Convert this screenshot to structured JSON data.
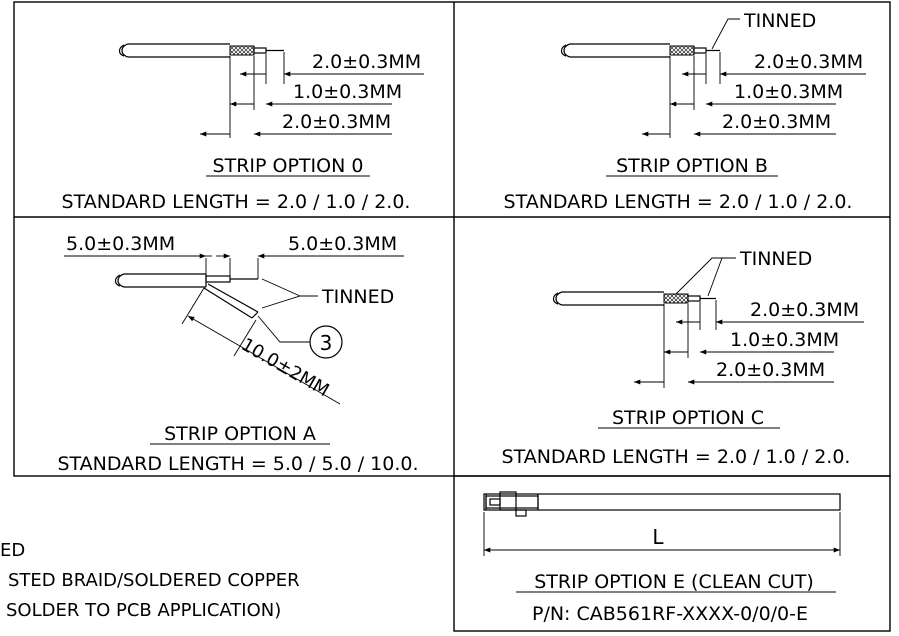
{
  "panels": {
    "option0": {
      "dims": [
        "2.0±0.3MM",
        "1.0±0.3MM",
        "2.0±0.3MM"
      ],
      "title": "STRIP OPTION 0",
      "standard": "STANDARD LENGTH = 2.0 / 1.0 / 2.0."
    },
    "optionB": {
      "tinned": "TINNED",
      "dims": [
        "2.0±0.3MM",
        "1.0±0.3MM",
        "2.0±0.3MM"
      ],
      "title": "STRIP OPTION B",
      "standard": "STANDARD LENGTH = 2.0 / 1.0 / 2.0."
    },
    "optionA": {
      "dim_left": "5.0±0.3MM",
      "dim_right": "5.0±0.3MM",
      "tinned": "TINNED",
      "balloon": "3",
      "diag_dim": "10.0±2MM",
      "title": "STRIP OPTION A",
      "standard": "STANDARD LENGTH = 5.0 / 5.0 / 10.0."
    },
    "optionC": {
      "tinned": "TINNED",
      "dims": [
        "2.0±0.3MM",
        "1.0±0.3MM",
        "2.0±0.3MM"
      ],
      "title": "STRIP OPTION C",
      "standard": "STANDARD LENGTH = 2.0 / 1.0 / 2.0."
    },
    "optionE": {
      "length": "L",
      "title": "STRIP OPTION E (CLEAN CUT)",
      "pn": "P/N: CAB561RF-XXXX-0/0/0-E"
    }
  },
  "notes": [
    "ED",
    "STED BRAID/SOLDERED COPPER",
    "SOLDER TO PCB APPLICATION)"
  ]
}
